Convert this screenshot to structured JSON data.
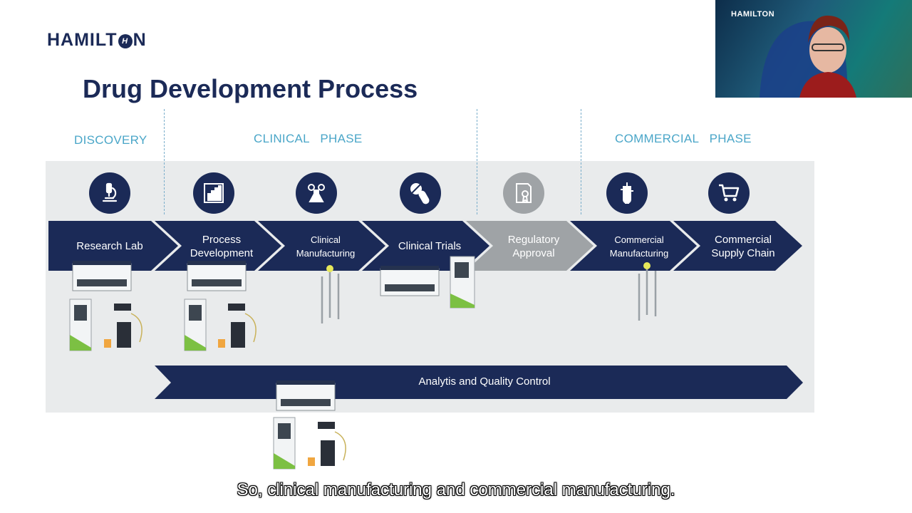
{
  "brand": {
    "logo_text_left": "HAMILT",
    "logo_badge": "H",
    "logo_text_right": "N"
  },
  "slide": {
    "title": "Drug Development Process",
    "phases": {
      "discovery": "DISCOVERY",
      "clinical": "CLINICAL   PHASE",
      "commercial": "COMMERCIAL   PHASE"
    },
    "steps": [
      {
        "label": "Research Lab",
        "icon": "microscope-icon"
      },
      {
        "label": "Process Development",
        "icon": "bar-chart-icon"
      },
      {
        "label": "Clinical Manufacturing",
        "icon": "flask-gears-icon"
      },
      {
        "label": "Clinical Trials",
        "icon": "pills-icon"
      },
      {
        "label": "Regulatory Approval",
        "icon": "certificate-icon"
      },
      {
        "label": "Commercial Manufacturing",
        "icon": "bioreactor-icon"
      },
      {
        "label": "Commercial Supply Chain",
        "icon": "shopping-cart-icon"
      }
    ],
    "analytics_label": "Analytis and Quality Control",
    "colors": {
      "navy": "#1b2a57",
      "gray_step": "#9fa3a6",
      "phase_text": "#4aa6c8",
      "panel": "#e9ebec"
    }
  },
  "webcam": {
    "logo_text": "HAMILTON"
  },
  "caption": "So, clinical manufacturing and commercial manufacturing."
}
